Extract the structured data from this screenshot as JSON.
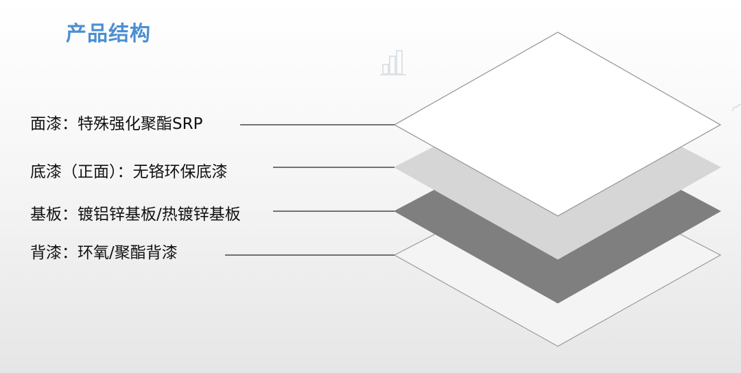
{
  "title": "产品结构",
  "layers": [
    {
      "label": "面漆：特殊强化聚酯SRP",
      "fill": "#ffffff",
      "stroke": "#9a9a9a"
    },
    {
      "label": "底漆（正面）：无铬环保底漆",
      "fill": "#d6d6d6",
      "stroke": "#d6d6d6"
    },
    {
      "label": "基板：镀铝锌基板/热镀锌基板",
      "fill": "#7f7f7f",
      "stroke": "#7f7f7f"
    },
    {
      "label": "背漆：环氧/聚酯背漆",
      "fill": "#f4f4f4",
      "stroke": "#9a9a9a"
    }
  ],
  "colors": {
    "title": "#4b8fd0",
    "leader_line": "#222222",
    "decoration": "#d8dde3"
  },
  "decoration_icon": "building-chart-icon"
}
